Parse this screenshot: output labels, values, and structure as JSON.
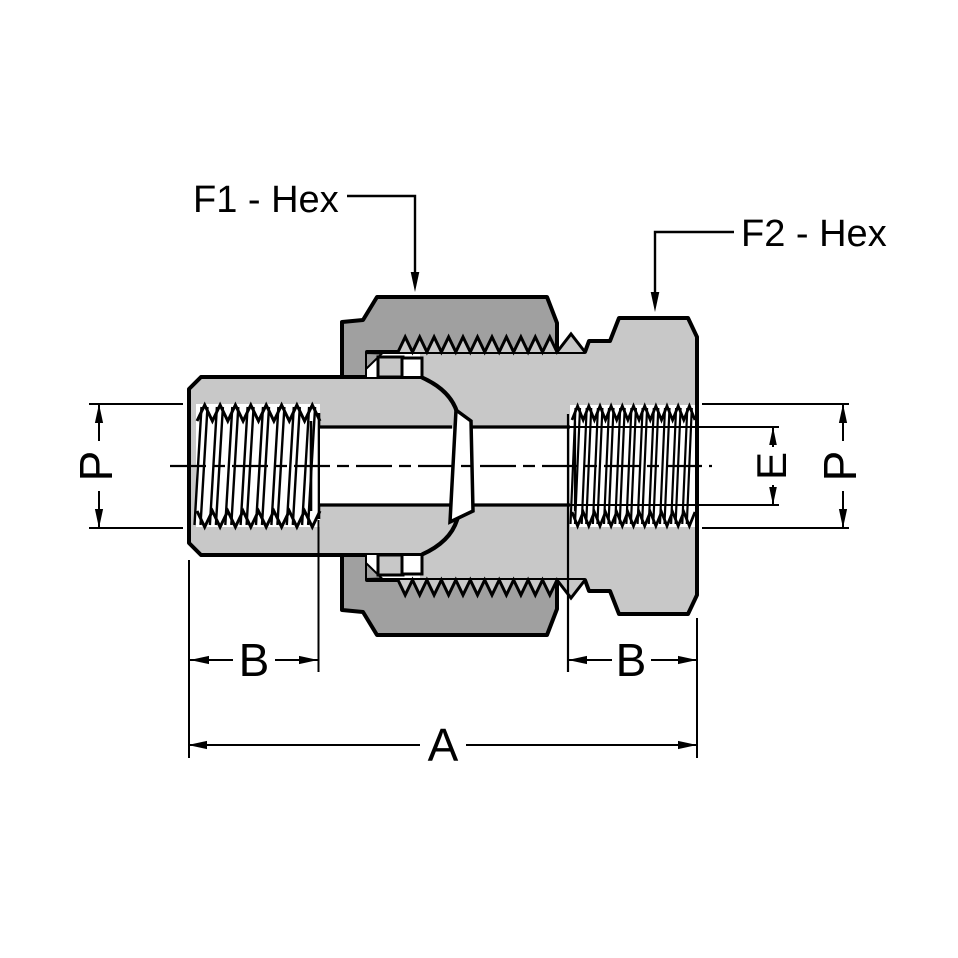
{
  "drawing": {
    "kind": "fitting-cross-section",
    "callouts": {
      "f1": "F1 - Hex",
      "f2": "F2 - Hex"
    },
    "dimensions": {
      "p_left": "P",
      "e_right": "E",
      "p_right": "P",
      "b_left": "B",
      "b_right": "B",
      "a_overall": "A"
    }
  },
  "colors": {
    "background": "#ffffff",
    "body": "#c8c8c8",
    "nut": "#a0a0a0",
    "line": "#000000"
  }
}
